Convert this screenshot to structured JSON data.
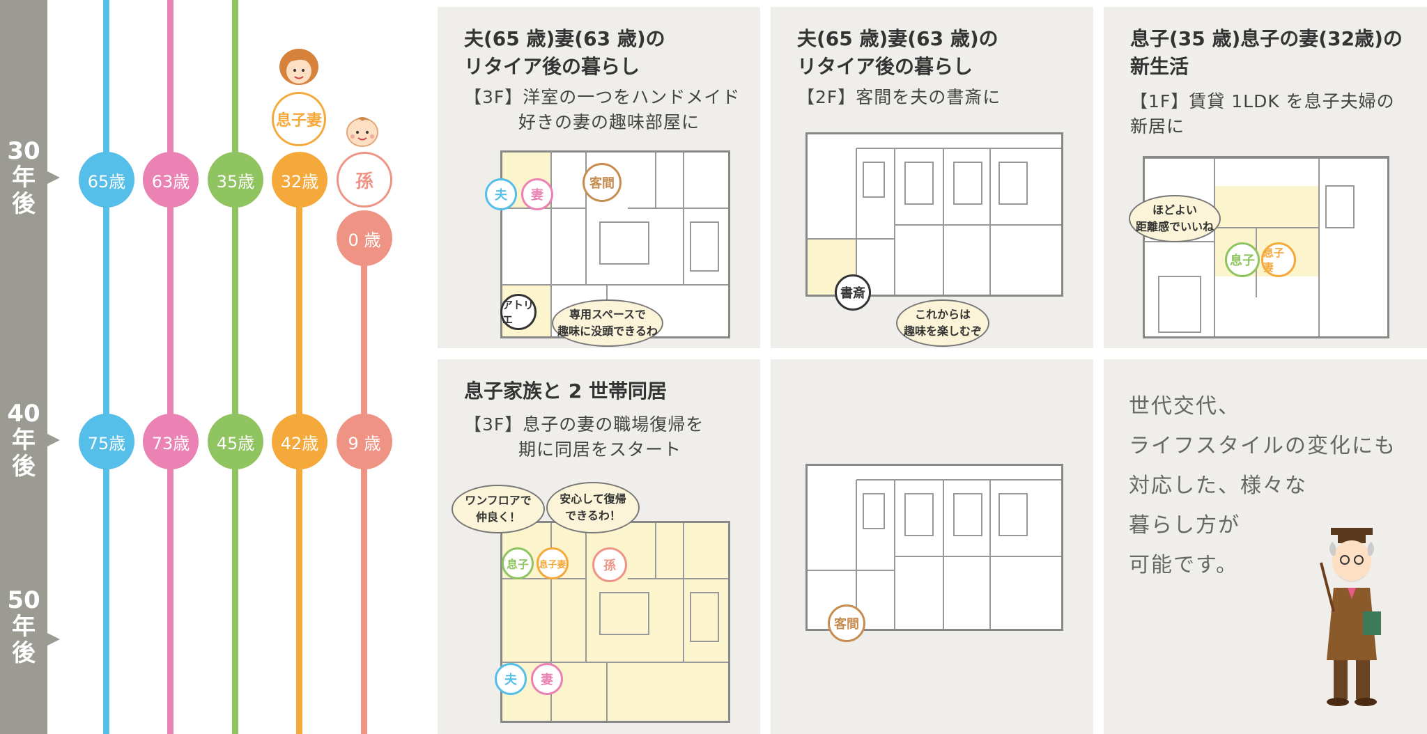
{
  "timeline": {
    "marks": [
      {
        "label": "30\n年\n後"
      },
      {
        "label": "40\n年\n後"
      },
      {
        "label": "50\n年\n後"
      }
    ]
  },
  "members": {
    "daughter_in_law_label": "息子妻",
    "grandchild_label": "孫"
  },
  "ages_30": [
    "65歳",
    "63歳",
    "35歳",
    "32歳",
    "0 歳"
  ],
  "ages_40": [
    "75歳",
    "73歳",
    "45歳",
    "42歳",
    "9 歳"
  ],
  "colors": {
    "husband": "#56bfe9",
    "wife": "#eb82b4",
    "son": "#8fc460",
    "son_wife": "#f5a93a",
    "grandchild": "#ef9485",
    "timebar": "#9c9b93",
    "panel": "#efeeea",
    "highlight": "#fbf4cd"
  },
  "panels": [
    {
      "title": "夫(65 歳)妻(63 歳)の\nリタイア後の暮らし",
      "desc": "【3F】洋室の一つをハンドメイド\n　　　好きの妻の趣味部屋に",
      "tags": [
        "夫",
        "妻",
        "客間",
        "アトリエ"
      ],
      "bubble": "専用スペースで\n趣味に没頭できるわ"
    },
    {
      "title": "夫(65 歳)妻(63 歳)の\nリタイア後の暮らし",
      "desc": "【2F】客間を夫の書斎に",
      "tags": [
        "書斎"
      ],
      "bubble": "これからは\n趣味を楽しむぞ"
    },
    {
      "title": "息子(35 歳)息子の妻(32歳)の\n新生活",
      "desc": "【1F】賃貸 1LDK を息子夫婦の\n新居に",
      "tags": [
        "息子",
        "息子妻"
      ],
      "bubble": "ほどよい\n距離感でいいね"
    },
    {
      "title": "息子家族と 2 世帯同居",
      "desc": "【3F】息子の妻の職場復帰を\n　　　期に同居をスタート",
      "tags": [
        "息子",
        "息子妻",
        "孫",
        "夫",
        "妻"
      ],
      "bubbles": [
        "ワンフロアで\n仲良く！",
        "安心して復帰\nできるわ！"
      ]
    },
    {
      "tags": [
        "客間"
      ]
    }
  ],
  "closing": "世代交代、\nライフスタイルの変化にも\n対応した、様々な\n暮らし方が\n可能です。"
}
